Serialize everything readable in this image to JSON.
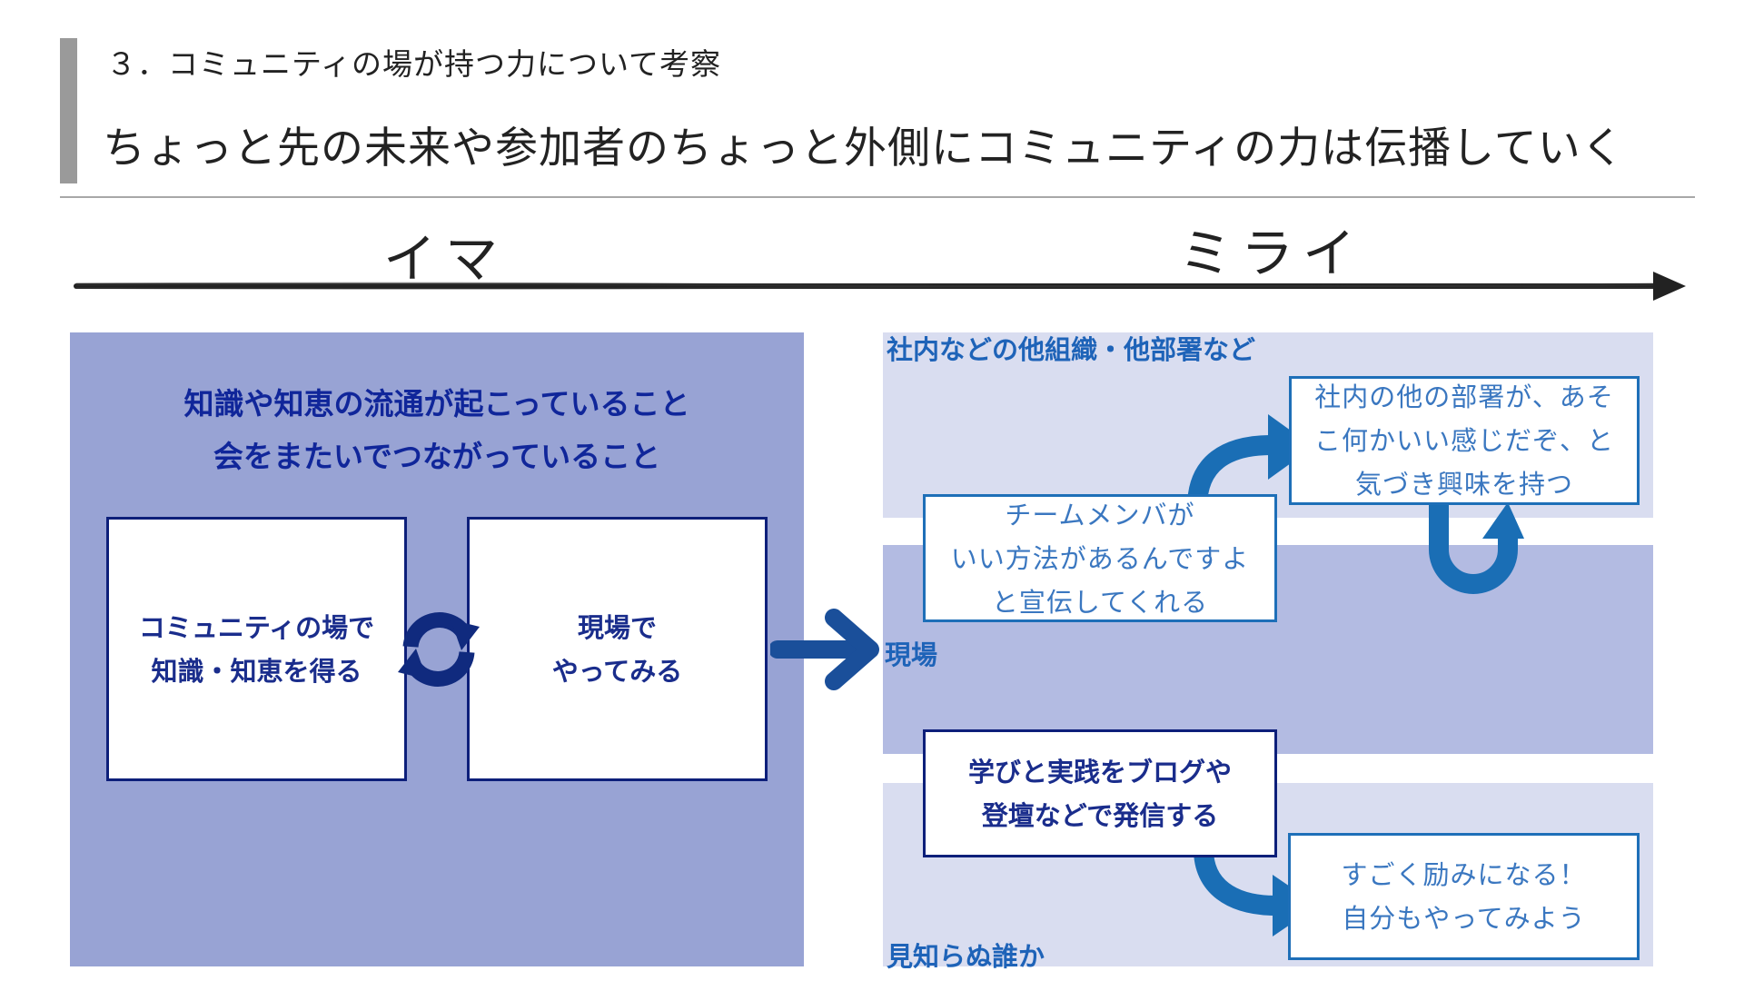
{
  "header": {
    "subtitle": "３．コミュニティの場が持つ力について考察",
    "headline": "ちょっと先の未来や参加者のちょっと外側にコミュニティの力は伝播していく"
  },
  "timeline": {
    "now_label": "イマ",
    "future_label": "ミライ"
  },
  "left_panel": {
    "heading_line1": "知識や知恵の流通が起こっていること",
    "heading_line2": "会をまたいでつながっていること",
    "community_box": {
      "line1": "コミュニティの場で",
      "line2": "知識・知恵を得る"
    },
    "field_box": {
      "line1": "現場で",
      "line2": "やってみる"
    }
  },
  "right_panel": {
    "bands": {
      "org_label": "社内などの他組織・他部署など",
      "field_label": "現場",
      "stranger_label": "見知らぬ誰か"
    },
    "team_box": {
      "line1": "チームメンバが",
      "line2": "いい方法があるんですよ",
      "line3": "と宣伝してくれる"
    },
    "dept_box": {
      "line1": "社内の他の部署が、あそ",
      "line2": "こ何かいい感じだぞ、と",
      "line3": "気づき興味を持つ"
    },
    "learn_box": {
      "line1": "学びと実践をブログや",
      "line2": "登壇などで発信する"
    },
    "cheer_box": {
      "line1": "すごく励みになる！",
      "line2": "自分もやってみよう"
    }
  },
  "colors": {
    "left_panel_bg": "#98a3d4",
    "band_light": "#d9ddf0",
    "band_mid": "#b3bbe2",
    "navy": "#10269a",
    "blue_arrow": "#1a6eb5",
    "label_blue": "#1e63b8"
  },
  "icons": {
    "cycle": "refresh-cycle-icon",
    "main_arrow": "arrow-right-icon",
    "timeline": "timeline-arrow-icon"
  }
}
